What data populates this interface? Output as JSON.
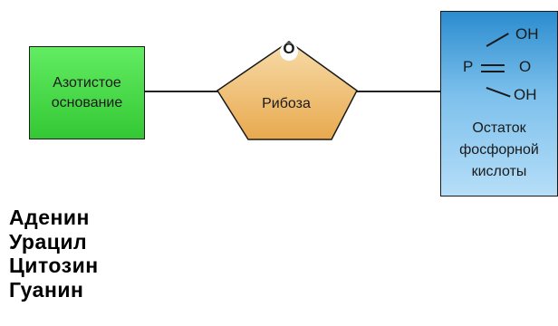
{
  "diagram": {
    "nitrogen_base": {
      "line1": "Азотистое",
      "line2": "основание",
      "color": "#4ed84e"
    },
    "sugar": {
      "label": "Рибоза",
      "ring_oxygen": "O",
      "color": "#f2c47c"
    },
    "phosphate": {
      "formula": {
        "p": "P",
        "oh_top": "OH",
        "o_mid": "O",
        "oh_bottom": "OH"
      },
      "line1": "Остаток",
      "line2": "фосфорной",
      "line3": "кислоты",
      "color": "#5aaae0"
    }
  },
  "bases": [
    "Аденин",
    "Урацил",
    "Цитозин",
    "Гуанин"
  ]
}
